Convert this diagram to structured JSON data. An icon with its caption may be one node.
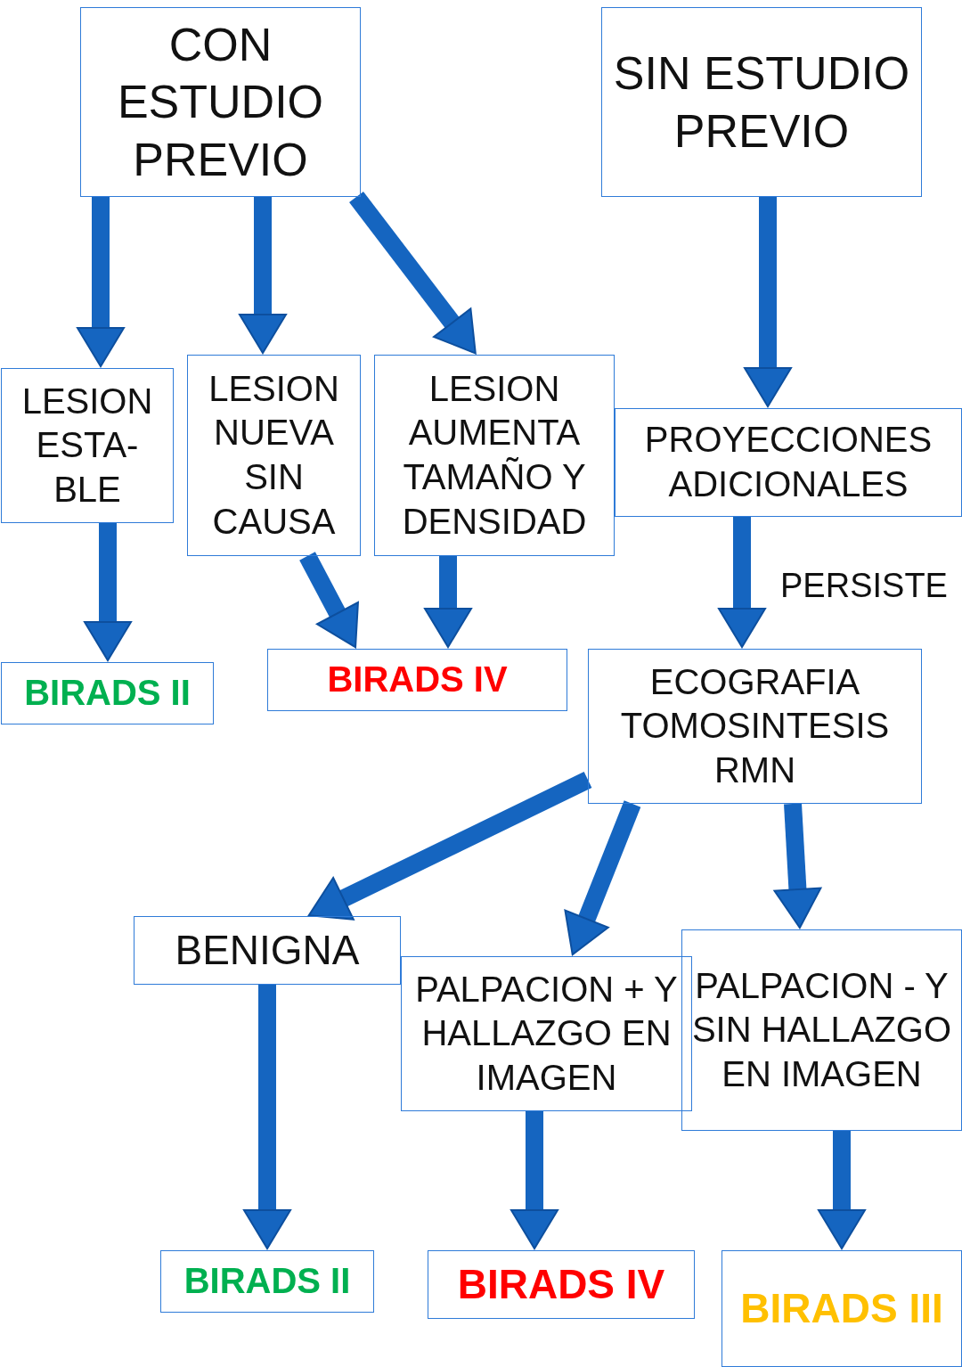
{
  "diagram": {
    "nodes": [
      {
        "text": [
          "CON ESTUDIO PREVIO"
        ]
      },
      {
        "text": [
          "SIN ESTUDIO PREVIO"
        ]
      },
      {
        "text": [
          "LESION ESTA- BLE"
        ]
      },
      {
        "text": [
          "LESION NUEVA SIN CAUSA"
        ]
      },
      {
        "text": [
          "LESION AUMENTA TAMAÑO Y DENSIDAD"
        ]
      },
      {
        "text": [
          "PROYECCIONES ADICIONALES"
        ]
      },
      {
        "text": [
          "BIRADS II"
        ]
      },
      {
        "text": [
          "BIRADS IV"
        ]
      },
      {
        "text": [
          "ECOGRAFIA TOMOSINTESIS RMN"
        ]
      },
      {
        "text": [
          "BENIGNA"
        ]
      },
      {
        "text": [
          "PALPACION + Y HALLAZGO EN IMAGEN"
        ]
      },
      {
        "text": [
          "PALPACION - Y SIN HALLAZGO EN IMAGEN"
        ]
      },
      {
        "text": [
          "BIRADS II"
        ]
      },
      {
        "text": [
          "BIRADS IV"
        ]
      },
      {
        "text": [
          "BIRADS III"
        ]
      }
    ],
    "edges": [
      {
        "from": 0,
        "to": 2,
        "arrow": "to"
      },
      {
        "from": 0,
        "to": 3,
        "arrow": "to"
      },
      {
        "from": 0,
        "to": 4,
        "arrow": "to"
      },
      {
        "from": 1,
        "to": 5,
        "arrow": "to"
      },
      {
        "from": 2,
        "to": 6,
        "arrow": "to"
      },
      {
        "from": 3,
        "to": 7,
        "arrow": "to"
      },
      {
        "from": 4,
        "to": 7,
        "arrow": "to"
      },
      {
        "from": 5,
        "to": 8,
        "arrow": "to",
        "label": "PERSISTE"
      },
      {
        "from": 8,
        "to": 9,
        "arrow": "to"
      },
      {
        "from": 8,
        "to": 10,
        "arrow": "to"
      },
      {
        "from": 8,
        "to": 11,
        "arrow": "to"
      },
      {
        "from": 9,
        "to": 12,
        "arrow": "to"
      },
      {
        "from": 10,
        "to": 13,
        "arrow": "to"
      },
      {
        "from": 11,
        "to": 14,
        "arrow": "to"
      }
    ]
  }
}
